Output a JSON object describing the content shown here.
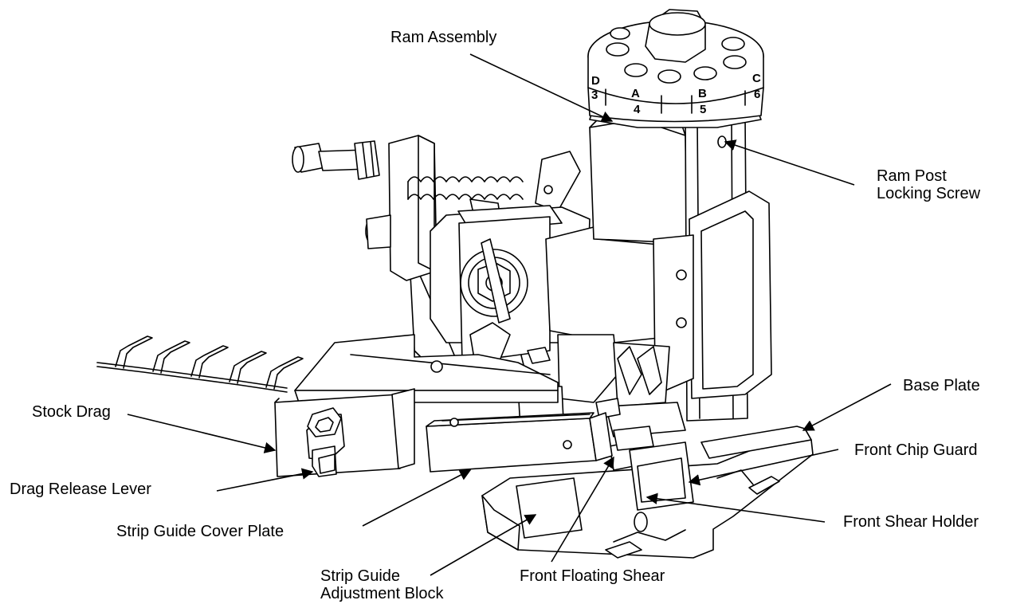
{
  "labels": {
    "ram_assembly": "Ram Assembly",
    "ram_post_locking_screw": [
      "Ram Post",
      "Locking Screw"
    ],
    "base_plate": "Base Plate",
    "stock_drag": "Stock Drag",
    "front_chip_guard": "Front Chip Guard",
    "drag_release_lever": "Drag Release Lever",
    "front_shear_holder": "Front Shear Holder",
    "strip_guide_cover_plate": "Strip Guide Cover Plate",
    "strip_guide_adjustment_block": [
      "Strip Guide",
      "Adjustment Block"
    ],
    "front_floating_shear": "Front Floating Shear"
  },
  "dial": {
    "letters": [
      "D",
      "A",
      "B",
      "C"
    ],
    "numbers": [
      "3",
      "4",
      "5",
      "6"
    ]
  },
  "colors": {
    "line": "#000000",
    "fill": "#ffffff",
    "text": "#000000"
  }
}
